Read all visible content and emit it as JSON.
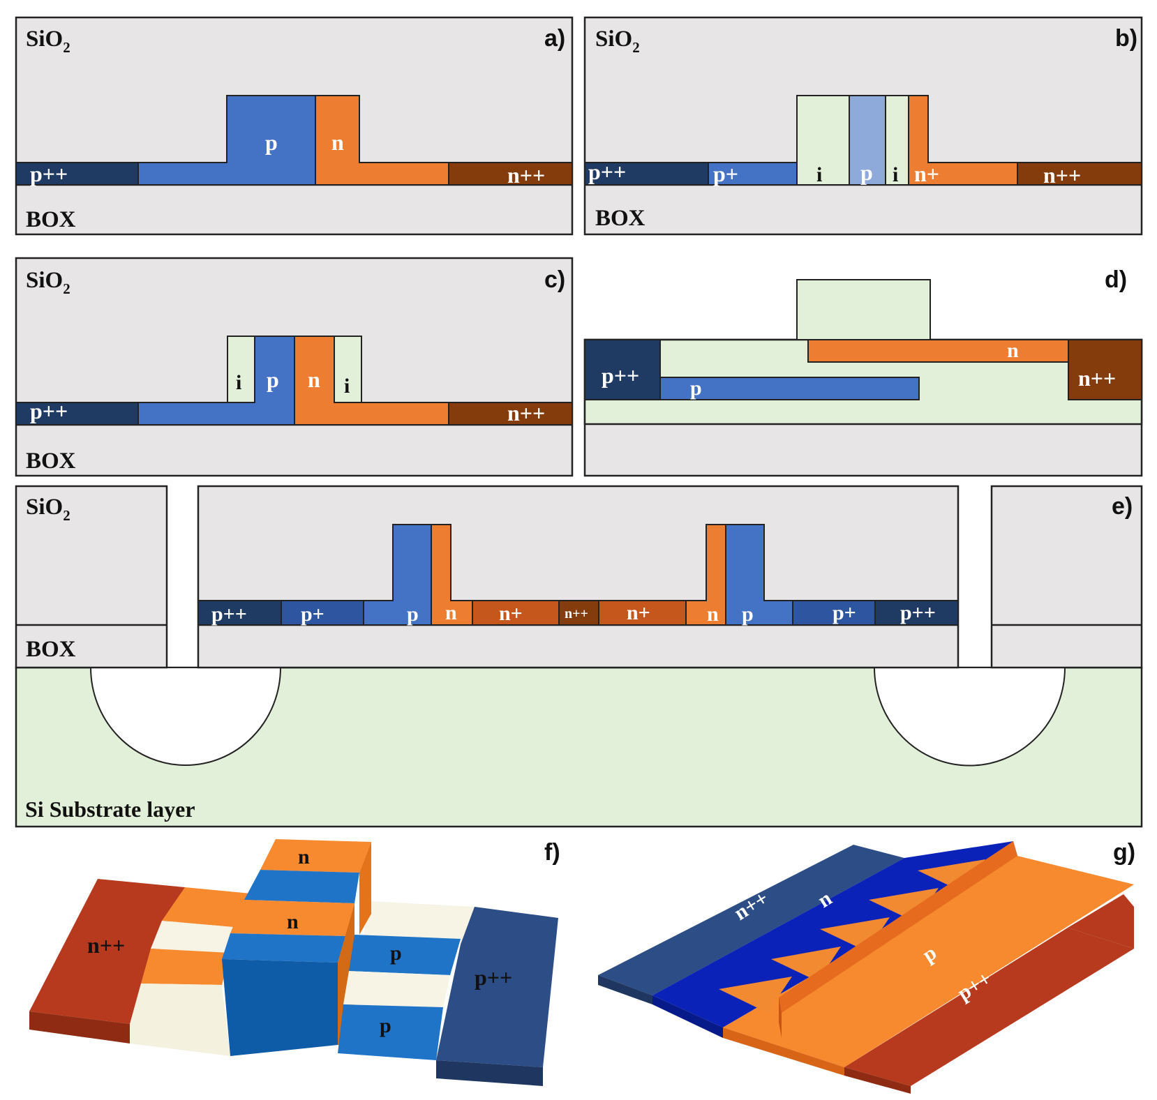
{
  "colors": {
    "oxide": "#e7e5e6",
    "p_plus_plus": "#1f3a63",
    "p_plus": "#2e56a0",
    "p": "#4472c4",
    "p_light": "#8eaadb",
    "n": "#ed7d31",
    "n_plus": "#c5571d",
    "n_plus_plus": "#843c0c",
    "intrinsic": "#e2efd9",
    "substrate": "#e2efd9"
  },
  "panels": {
    "a": {
      "label": "a)",
      "sio2": "SiO",
      "sio2_sub": "2",
      "box": "BOX",
      "regions": {
        "p_plus_plus": "p++",
        "p": "p",
        "n": "n",
        "n_plus_plus": "n++"
      }
    },
    "b": {
      "label": "b)",
      "sio2": "SiO",
      "sio2_sub": "2",
      "box": "BOX",
      "regions": {
        "p_plus_plus": "p++",
        "p_plus": "p+",
        "i1": "i",
        "p": "p",
        "i2": "i",
        "n_plus": "n+",
        "n_plus_plus": "n++"
      }
    },
    "c": {
      "label": "c)",
      "sio2": "SiO",
      "sio2_sub": "2",
      "box": "BOX",
      "regions": {
        "p_plus_plus": "p++",
        "i1": "i",
        "p": "p",
        "n": "n",
        "i2": "i",
        "n_plus_plus": "n++"
      }
    },
    "d": {
      "label": "d)",
      "regions": {
        "p_plus_plus": "p++",
        "p": "p",
        "n": "n",
        "n_plus_plus": "n++"
      }
    },
    "e": {
      "label": "e)",
      "sio2": "SiO",
      "sio2_sub": "2",
      "box": "BOX",
      "substrate": "Si Substrate layer",
      "regions": [
        "p++",
        "p+",
        "p",
        "n",
        "n+",
        "n++",
        "n+",
        "n",
        "p",
        "p+",
        "p++"
      ]
    },
    "f": {
      "label": "f)",
      "regions": {
        "n_plus_plus": "n++",
        "n_top": "n",
        "n_mid": "n",
        "p_top": "p",
        "p_bottom": "p",
        "p_plus_plus": "p++"
      }
    },
    "g": {
      "label": "g)",
      "regions": {
        "n_plus_plus": "n++",
        "n": "n",
        "p": "p",
        "p_plus_plus": "p++"
      }
    }
  }
}
